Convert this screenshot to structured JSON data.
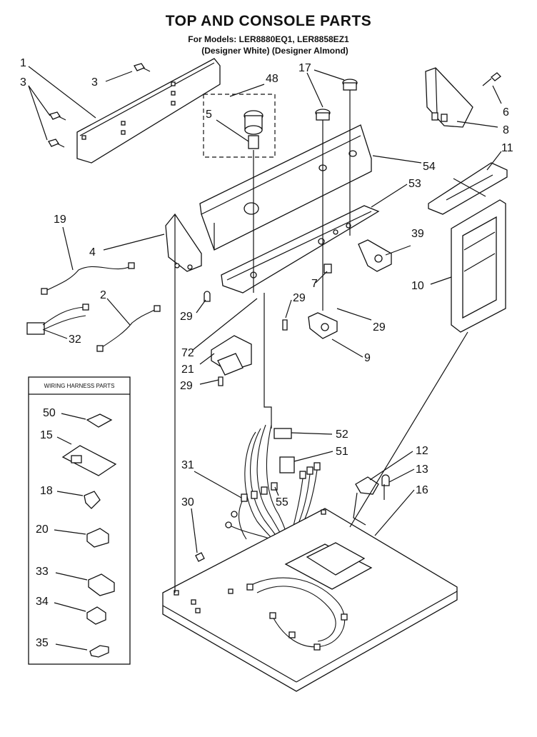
{
  "title": "TOP AND CONSOLE PARTS",
  "subtitle_models": "For Models: LER8880EQ1, LER8858EZ1",
  "subtitle_colors": "(Designer White) (Designer Almond)",
  "harness_box_title": "WIRING HARNESS PARTS",
  "callouts": {
    "c1": "1",
    "c3a": "3",
    "c3b": "3",
    "c48": "48",
    "c5": "5",
    "c17": "17",
    "c6": "6",
    "c8": "8",
    "c54": "54",
    "c11": "11",
    "c53": "53",
    "c19": "19",
    "c4": "4",
    "c39": "39",
    "c10": "10",
    "c2": "2",
    "c29a": "29",
    "c7": "7",
    "c29b": "29",
    "c29c": "29",
    "c32": "32",
    "c72": "72",
    "c9": "9",
    "c21": "21",
    "c29d": "29",
    "c52": "52",
    "c51": "51",
    "c12": "12",
    "c13": "13",
    "c31": "31",
    "c16": "16",
    "c55": "55",
    "c30": "30",
    "c50": "50",
    "c15": "15",
    "c18": "18",
    "c20": "20",
    "c33": "33",
    "c34": "34",
    "c35": "35"
  }
}
